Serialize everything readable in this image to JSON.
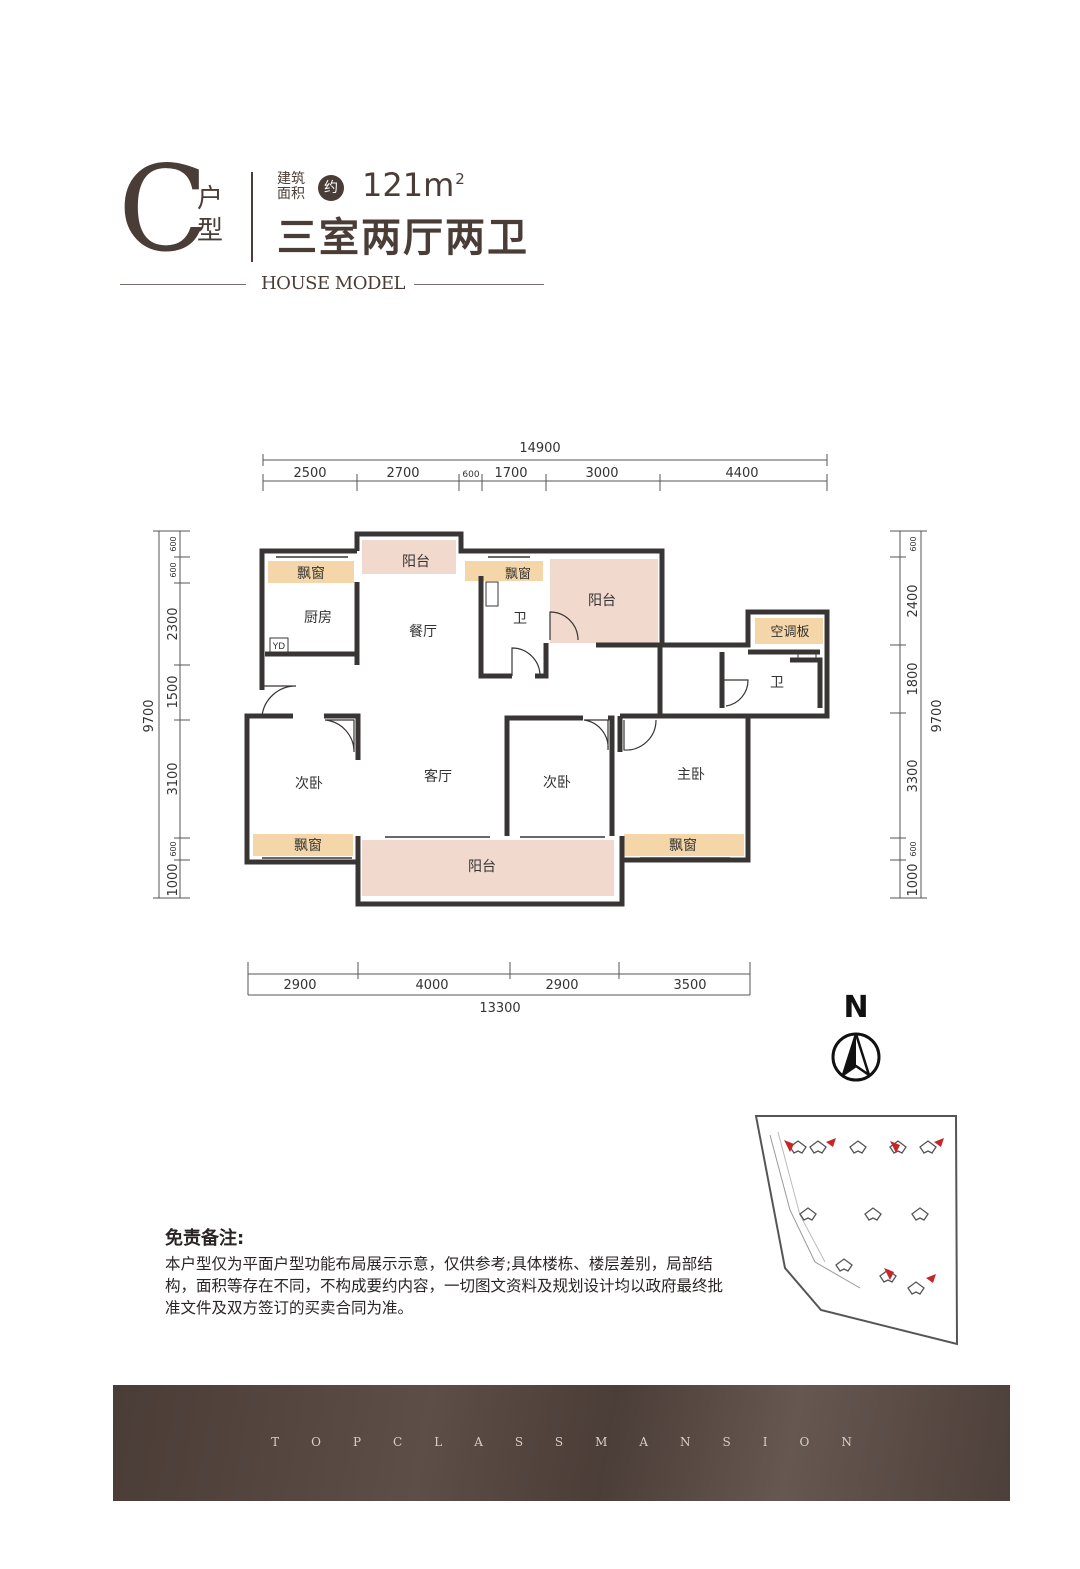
{
  "header": {
    "type_letter": "C",
    "type_chars": [
      "户",
      "型"
    ],
    "area_caption": "建筑面积",
    "approx_badge": "约",
    "area_value": "121m",
    "area_unit_sup": "2",
    "room_layout": "三室两厅两卫",
    "model_label": "HOUSE MODEL"
  },
  "dimensions": {
    "top_total": "14900",
    "top_segments": [
      "2500",
      "2700",
      "600",
      "1700",
      "3000",
      "4400"
    ],
    "bottom_segments": [
      "2900",
      "4000",
      "2900",
      "3500"
    ],
    "bottom_total": "13300",
    "left_total": "9700",
    "left_segments": [
      "600",
      "600",
      "2300",
      "1500",
      "3100",
      "600",
      "1000"
    ],
    "right_total": "9700",
    "right_segments": [
      "600",
      "2400",
      "1800",
      "3300",
      "600",
      "1000"
    ]
  },
  "rooms": {
    "balcony_top": "阳台",
    "bay_window_kitchen": "飘窗",
    "kitchen": "厨房",
    "kitchen_appliance": "YD",
    "dining": "餐厅",
    "bay_window_bath": "飘窗",
    "bath_1": "卫",
    "balcony_right": "阳台",
    "ac_board": "空调板",
    "bath_2": "卫",
    "bedroom_left": "次卧",
    "living": "客厅",
    "bedroom_mid": "次卧",
    "master": "主卧",
    "bay_window_left": "飘窗",
    "balcony_bottom": "阳台",
    "bay_window_master": "飘窗"
  },
  "compass": {
    "label": "N"
  },
  "disclaimer": {
    "title": "免责备注:",
    "lines": [
      "本户型仅为平面户型功能布局展示示意，仅供参考;具体楼栋、楼层差别，局部结",
      "构，面积等存在不同，不构成要约内容，一切图文资料及规划设计均以政府最终批",
      "准文件及双方签订的买卖合同为准。"
    ]
  },
  "footer": {
    "text": "TOPCLASSMANSION"
  },
  "colors": {
    "brand_brown": "#4a3c36",
    "balcony_pink": "#f2d9cd",
    "bay_window_tan": "#f5d6a8",
    "highlight_red": "#c8252b"
  }
}
